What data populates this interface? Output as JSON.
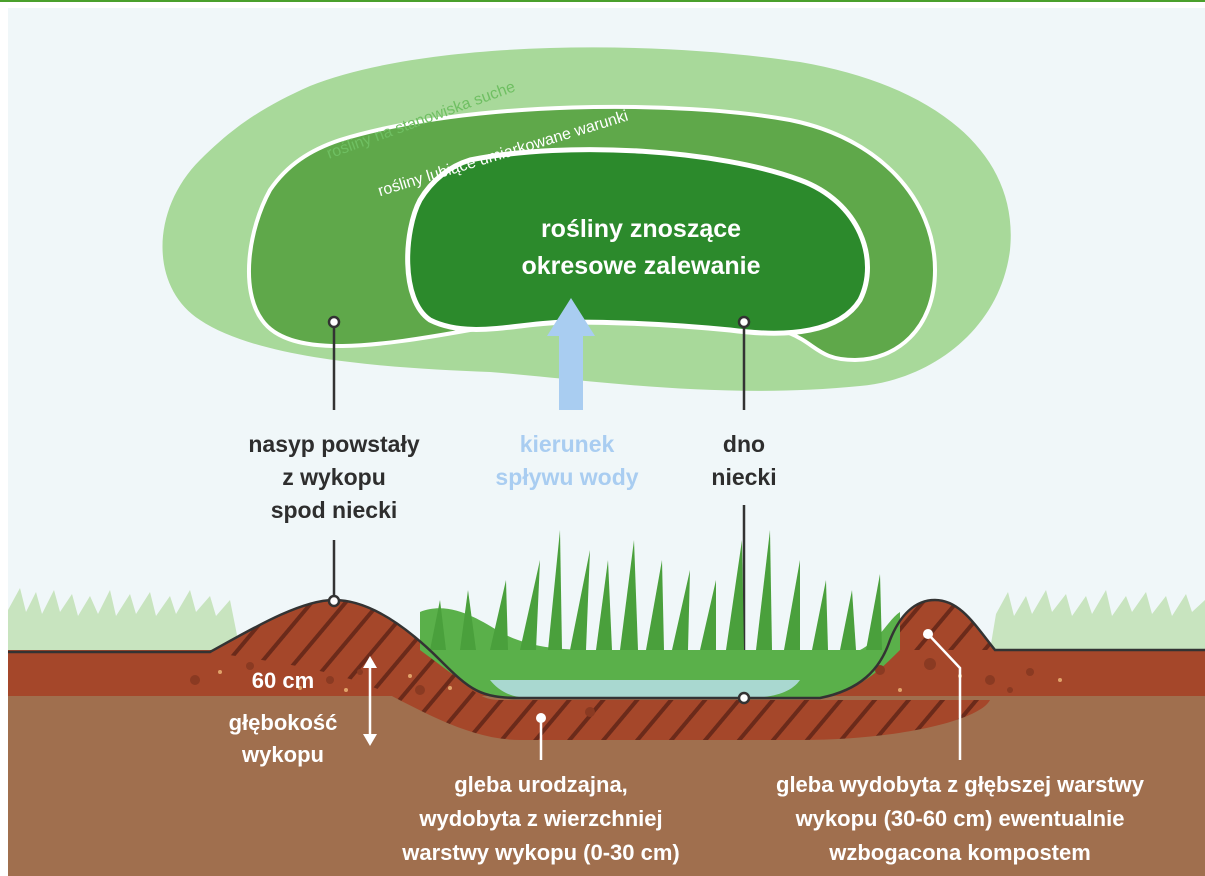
{
  "zones": {
    "outer": "rośliny na stanowiska suche",
    "middle": "rośliny lubiące umiarkowane warunki",
    "inner_line1": "rośliny znoszące",
    "inner_line2": "okresowe zalewanie"
  },
  "labels": {
    "mound": [
      "nasyp powstały",
      "z wykopu",
      "spod niecki"
    ],
    "flow": [
      "kierunek",
      "spływu wody"
    ],
    "bottom": [
      "dno",
      "niecki"
    ],
    "depth_value": "60 cm",
    "depth_label": [
      "głębokość",
      "wykopu"
    ],
    "topsoil": [
      "gleba urodzajna,",
      "wydobyta z wierzchniej",
      "warstwy wykopu (0-30 cm)"
    ],
    "subsoil": [
      "gleba wydobyta z głębszej warstwy",
      "wykopu (30-60 cm) ewentualnie",
      "wzbogacona kompostem"
    ]
  },
  "colors": {
    "background": "#f0f7f9",
    "outer_zone": "#a8d99a",
    "middle_zone": "#5fa84a",
    "inner_zone": "#2c8a2c",
    "arrow": "#a9cdf1",
    "topsoil": "#a5472a",
    "subsoil": "#a06f4e",
    "grass": "#5ab04a",
    "water": "#a9d8d0"
  },
  "icons": {
    "flow_arrow": "up-arrow-icon",
    "depth_arrow": "double-arrow-icon"
  }
}
